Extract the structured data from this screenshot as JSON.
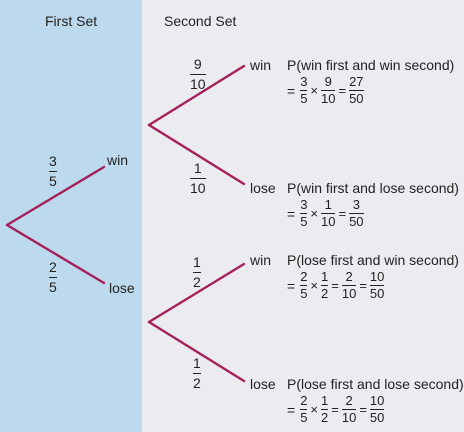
{
  "headers": {
    "first_set": "First Set",
    "second_set": "Second Set"
  },
  "colors": {
    "branch": "#a5205a",
    "left_bg": "#bcd9ee",
    "right_bg": "#ececf0"
  },
  "first": {
    "win": {
      "label": "win",
      "prob": {
        "num": "3",
        "den": "5"
      }
    },
    "lose": {
      "label": "lose",
      "prob": {
        "num": "2",
        "den": "5"
      }
    }
  },
  "second_after_win": {
    "win": {
      "label": "win",
      "prob": {
        "num": "9",
        "den": "10"
      }
    },
    "lose": {
      "label": "lose",
      "prob": {
        "num": "1",
        "den": "10"
      }
    }
  },
  "second_after_lose": {
    "win": {
      "label": "win",
      "prob": {
        "num": "1",
        "den": "2"
      }
    },
    "lose": {
      "label": "lose",
      "prob": {
        "num": "1",
        "den": "2"
      }
    }
  },
  "outcomes": [
    {
      "title": "P(win first and win second)",
      "eq": "=",
      "times": "×",
      "a": [
        "3",
        "5"
      ],
      "b": [
        "9",
        "10"
      ],
      "c": [
        "27",
        "50"
      ]
    },
    {
      "title": "P(win first and lose second)",
      "eq": "=",
      "times": "×",
      "a": [
        "3",
        "5"
      ],
      "b": [
        "1",
        "10"
      ],
      "c": [
        "3",
        "50"
      ]
    },
    {
      "title": "P(lose first and win second)",
      "eq": "=",
      "times": "×",
      "a": [
        "2",
        "5"
      ],
      "b": [
        "1",
        "2"
      ],
      "c": [
        "2",
        "10"
      ],
      "d": [
        "10",
        "50"
      ]
    },
    {
      "title": "P(lose first and lose second)",
      "eq": "=",
      "times": "×",
      "a": [
        "2",
        "5"
      ],
      "b": [
        "1",
        "2"
      ],
      "c": [
        "2",
        "10"
      ],
      "d": [
        "10",
        "50"
      ]
    }
  ]
}
